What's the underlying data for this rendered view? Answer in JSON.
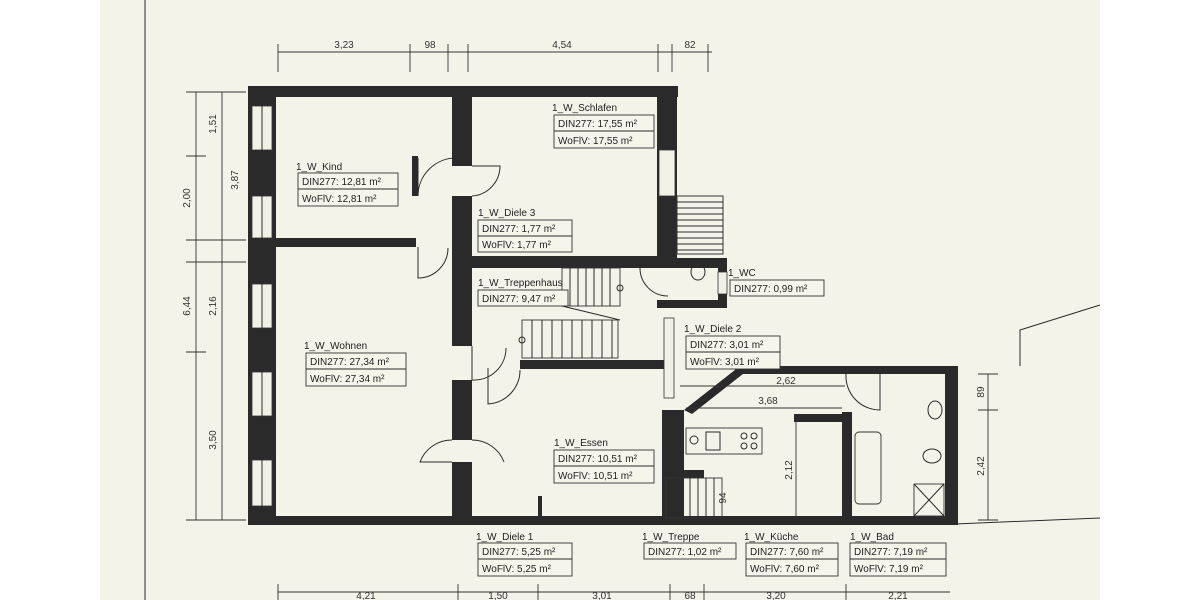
{
  "dimensions": {
    "top": [
      "3,23",
      "98",
      "4,54",
      "82"
    ],
    "left_outer": [
      "6,44"
    ],
    "left_inner": [
      "1,51",
      "2,00",
      "2,16",
      "3,50"
    ],
    "left_mid": [
      "3,87"
    ],
    "interior": [
      "2,62",
      "3,68",
      "2,12",
      "94",
      "89",
      "2,42"
    ],
    "bottom": [
      "4,21",
      "1,50",
      "3,01",
      "68",
      "3,20",
      "2,21"
    ]
  },
  "rooms": [
    {
      "name": "1_W_Schlafen",
      "din": "DIN277: 17,55 m²",
      "wofiv": "WoFlV:  17,55 m²"
    },
    {
      "name": "1_W_Kind",
      "din": "DIN277: 12,81 m²",
      "wofiv": "WoFlV:  12,81 m²"
    },
    {
      "name": "1_W_Diele 3",
      "din": "DIN277: 1,77 m²",
      "wofiv": "WoFlV:  1,77 m²"
    },
    {
      "name": "1_W_Treppenhaus",
      "din": "DIN277: 9,47 m²"
    },
    {
      "name": "1_WC",
      "din": "DIN277: 0,99 m²"
    },
    {
      "name": "1_W_Diele 2",
      "din": "DIN277: 3,01 m²",
      "wofiv": "WoFlV:  3,01 m²"
    },
    {
      "name": "1_W_Wohnen",
      "din": "DIN277: 27,34 m²",
      "wofiv": "WoFlV:  27,34 m²"
    },
    {
      "name": "1_W_Essen",
      "din": "DIN277: 10,51 m²",
      "wofiv": "WoFlV:  10,51 m²"
    },
    {
      "name": "1_W_Diele 1",
      "din": "DIN277: 5,25 m²",
      "wofiv": "WoFlV:  5,25 m²"
    },
    {
      "name": "1_W_Treppe",
      "din": "DIN277: 1,02 m²"
    },
    {
      "name": "1_W_Küche",
      "din": "DIN277: 7,60 m²",
      "wofiv": "WoFlV:  7,60 m²"
    },
    {
      "name": "1_W_Bad",
      "din": "DIN277: 7,19 m²",
      "wofiv": "WoFlV:  7,19 m²"
    }
  ],
  "colors": {
    "paper": "#f4f3ea",
    "margin": "#ffffff",
    "ink": "#2a2a2a"
  }
}
